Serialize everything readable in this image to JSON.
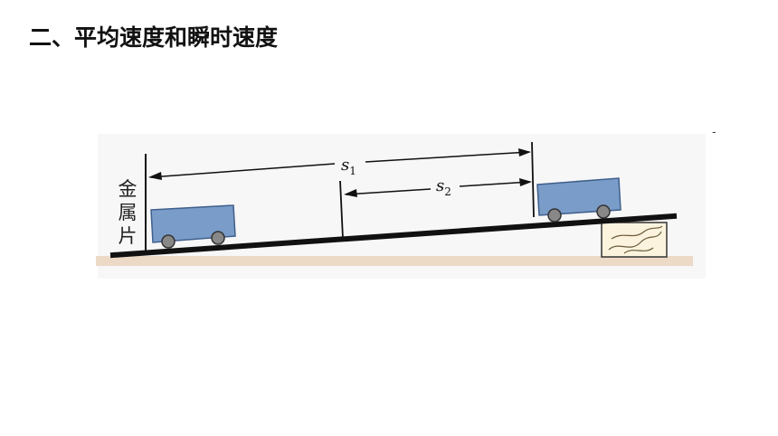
{
  "title": "二、平均速度和瞬时速度",
  "diagram": {
    "labels": {
      "s1_letter": "s",
      "s1_sub": "1",
      "s2_letter": "s",
      "s2_sub": "2"
    },
    "side_label_chars": [
      "金",
      "属",
      "片"
    ],
    "stray_mark": "-",
    "colors": {
      "cart": "#7a9cc8",
      "cart_outline": "#3f5f8c",
      "wheel": "#888888",
      "ramp": "#111111",
      "ground": "#ecd9c6",
      "block": "#fbf3dd"
    }
  }
}
